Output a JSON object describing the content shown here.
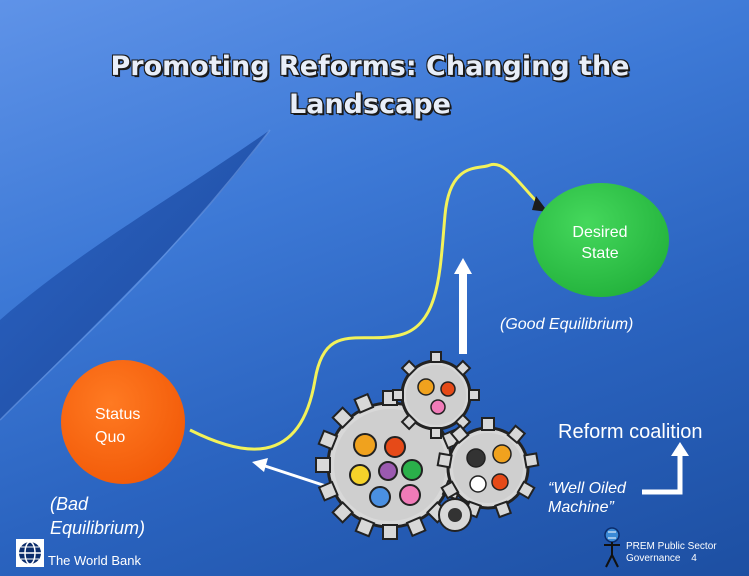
{
  "slide": {
    "title_line1": "Promoting Reforms: Changing the",
    "title_line2": "Landscape"
  },
  "desired_state": {
    "line1": "Desired",
    "line2": "State"
  },
  "good_equilibrium": "(Good Equilibrium)",
  "status_quo": {
    "line1": "Status",
    "line2": "Quo"
  },
  "bad_equilibrium": {
    "line1": "(Bad",
    "line2": "Equilibrium)"
  },
  "reform_coalition": "Reform coalition",
  "well_oiled": {
    "line1": "“Well Oiled",
    "line2": "Machine”"
  },
  "footer": {
    "brand": "The World Bank",
    "unit_line1": "PREM Public Sector",
    "unit_line2": "Governance",
    "page_number": "4"
  },
  "colors": {
    "background": "#3d79d6",
    "desired_state_fill": "#2fc64a",
    "status_quo_fill": "#ff6a12",
    "path_line": "#f2f25a",
    "arrow": "#ffffff"
  },
  "icons": [
    "world-bank-globe-icon",
    "figure-globe-icon",
    "gears-cluster-icon"
  ]
}
